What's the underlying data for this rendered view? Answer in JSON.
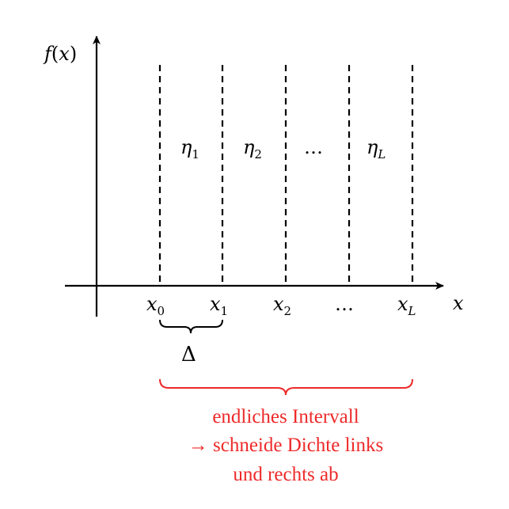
{
  "diagram": {
    "y_axis_label": {
      "f": "f",
      "paren_open": "(",
      "x": "x",
      "paren_close": ")"
    },
    "x_axis_label": "x",
    "bin_labels": [
      {
        "base": "η",
        "sub": "1"
      },
      {
        "base": "η",
        "sub": "2"
      },
      {
        "base": "…",
        "sub": ""
      },
      {
        "base": "η",
        "sub": "L"
      }
    ],
    "tick_labels": [
      {
        "base": "x",
        "sub": "0"
      },
      {
        "base": "x",
        "sub": "1"
      },
      {
        "base": "x",
        "sub": "2"
      },
      {
        "base": "…",
        "sub": ""
      },
      {
        "base": "x",
        "sub": "L"
      }
    ],
    "delta_label": "Δ",
    "annotation": {
      "line1": "endliches Intervall",
      "line2_arrow": "→",
      "line2_text": " schneide Dichte links",
      "line3": "und rechts ab"
    },
    "colors": {
      "axis": "#000000",
      "annotation": "#ee2a2a"
    }
  }
}
